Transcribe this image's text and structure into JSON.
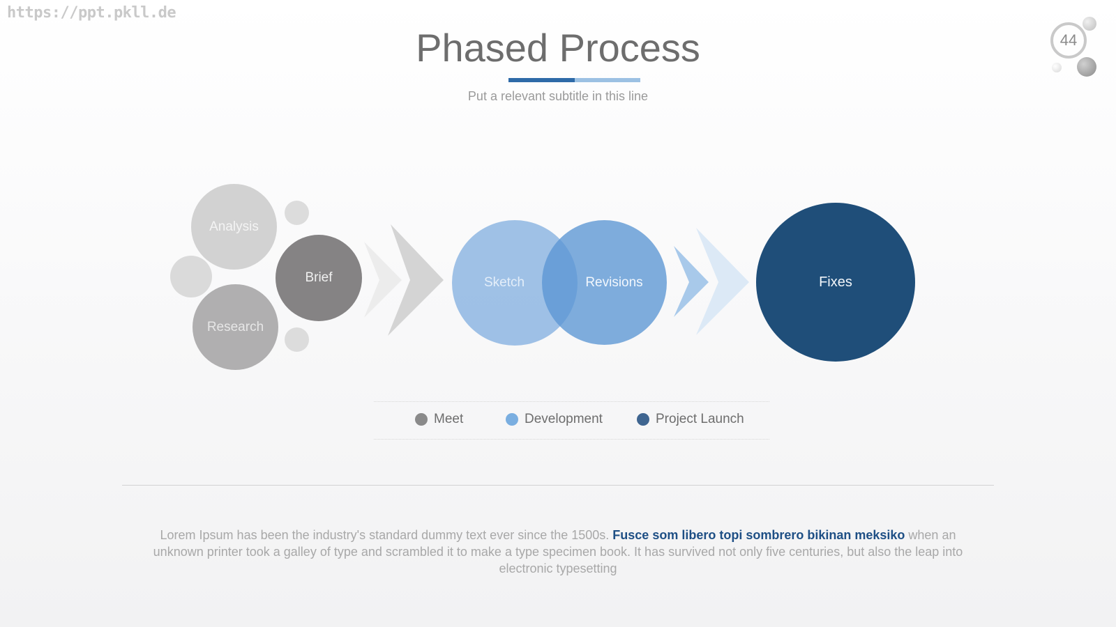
{
  "watermark": "https://ppt.pkll.de",
  "title": "Phased Process",
  "subtitle": "Put a relevant subtitle in this line",
  "page_number": "44",
  "colors": {
    "meet": "#8a8a8a",
    "development": "#7aaee0",
    "launch": "#1f4e79",
    "title_bar_dark": "#2e6aa8",
    "title_bar_light": "#9cc1e3"
  },
  "diagram": {
    "meet_circles": [
      "Analysis",
      "Brief",
      "Research"
    ],
    "development_circles": [
      "Sketch",
      "Revisions"
    ],
    "launch_circles": [
      "Fixes"
    ]
  },
  "legend": [
    {
      "label": "Meet",
      "color": "#8a8a8a"
    },
    {
      "label": "Development",
      "color": "#7aaee0"
    },
    {
      "label": "Project Launch",
      "color": "#3f6590"
    }
  ],
  "body": {
    "text_1": "Lorem Ipsum has been the industry's standard dummy text ever since the 1500s. ",
    "bold": "Fusce som libero topi sombrero bikinan meksiko",
    "text_2": " when an unknown printer took a galley of type and scrambled it to make a type specimen book. It has survived not only five centuries, but also the leap into electronic typesetting"
  }
}
